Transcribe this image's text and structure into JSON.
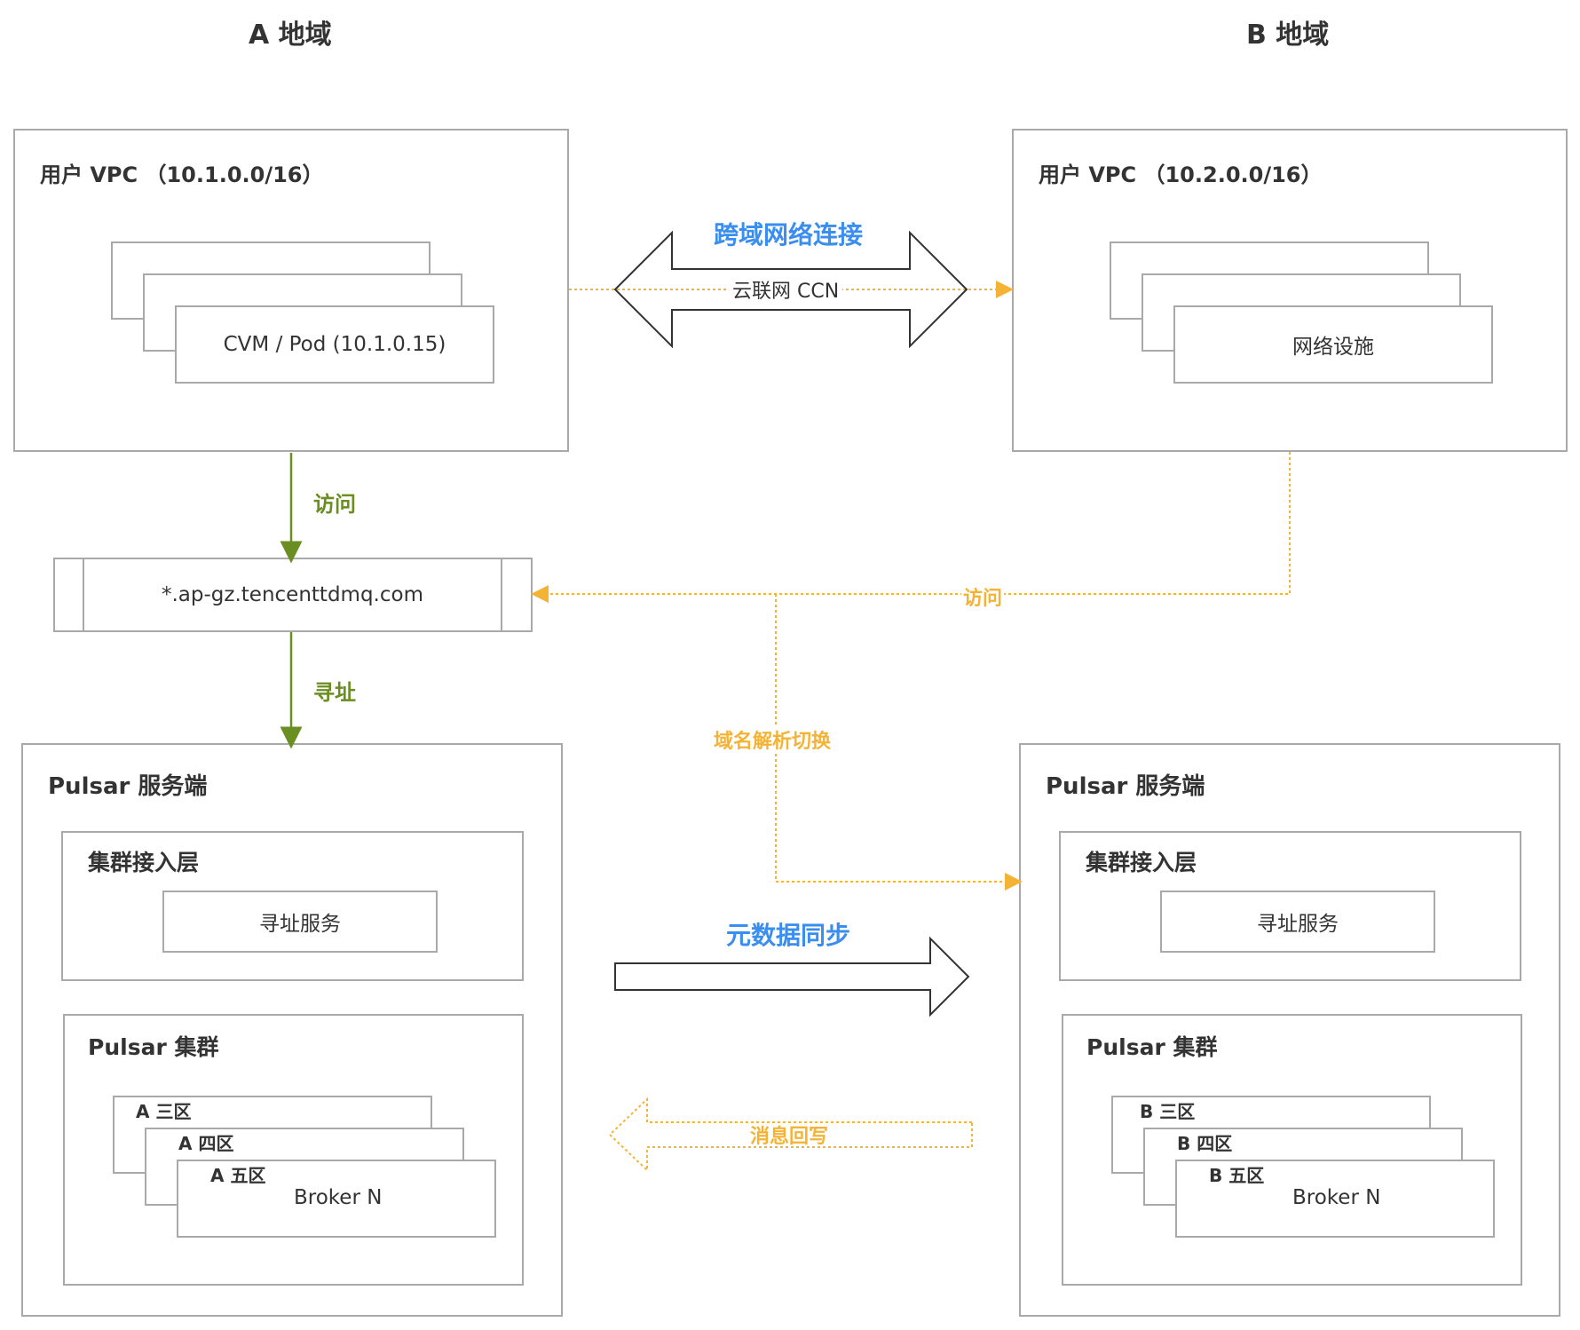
{
  "regions": {
    "a_title": "A 地域",
    "b_title": "B 地域"
  },
  "vpc_a": {
    "title": "用户 VPC （10.1.0.0/16）",
    "instance_label": "CVM / Pod (10.1.0.15)"
  },
  "vpc_b": {
    "title": "用户 VPC （10.2.0.0/16）",
    "instance_label": "网络设施"
  },
  "cross_region": {
    "title": "跨域网络连接",
    "subtitle": "云联网 CCN"
  },
  "domain": {
    "label": "*.ap-gz.tencenttdmq.com"
  },
  "edges": {
    "access_a": "访问",
    "addressing": "寻址",
    "access_b": "访问",
    "dns_switch": "域名解析切换",
    "metadata_sync": "元数据同步",
    "message_writeback": "消息回写"
  },
  "pulsar_a": {
    "title": "Pulsar 服务端",
    "access_layer_title": "集群接入层",
    "addressing_service": "寻址服务",
    "cluster_title": "Pulsar 集群",
    "zones": [
      "A 三区",
      "A 四区",
      "A 五区"
    ],
    "broker": "Broker N"
  },
  "pulsar_b": {
    "title": "Pulsar 服务端",
    "access_layer_title": "集群接入层",
    "addressing_service": "寻址服务",
    "cluster_title": "Pulsar 集群",
    "zones": [
      "B 三区",
      "B 四区",
      "B 五区"
    ],
    "broker": "Broker N"
  },
  "colors": {
    "blue": "#3a8ef0",
    "green": "#6b8e23",
    "orange": "#f5b335",
    "border": "#a9a9a9"
  }
}
